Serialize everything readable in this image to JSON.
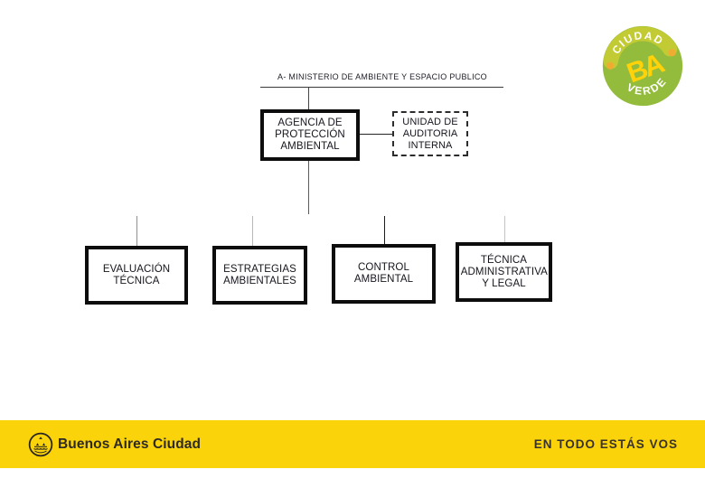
{
  "org_chart": {
    "ministry_label": "A- MINISTERIO DE AMBIENTE Y ESPACIO PUBLICO",
    "root": {
      "label": "AGENCIA DE PROTECCIÓN AMBIENTAL"
    },
    "staff_unit": {
      "label": "UNIDAD DE AUDITORIA INTERNA"
    },
    "children": [
      {
        "label": "EVALUACIÓN TÉCNICA"
      },
      {
        "label": "ESTRATEGIAS AMBIENTALES"
      },
      {
        "label": "CONTROL AMBIENTAL"
      },
      {
        "label": "TÉCNICA ADMINISTRATIVA Y LEGAL"
      }
    ],
    "box_border_color": "#0d0d0d",
    "connector_color": "#4a4a4a"
  },
  "badge": {
    "top_text": "CIUDAD",
    "bottom_text": "VERDE",
    "center_text": "BA",
    "green": "#93bc3c",
    "light_band": "#c2cb33",
    "dot_color": "#efac33",
    "ba_color": "#ffd20a"
  },
  "footer": {
    "brand": "Buenos Aires Ciudad",
    "slogan": "EN TODO ESTÁS VOS",
    "bar_color": "#fbd30b",
    "text_color": "#2e2a24"
  }
}
